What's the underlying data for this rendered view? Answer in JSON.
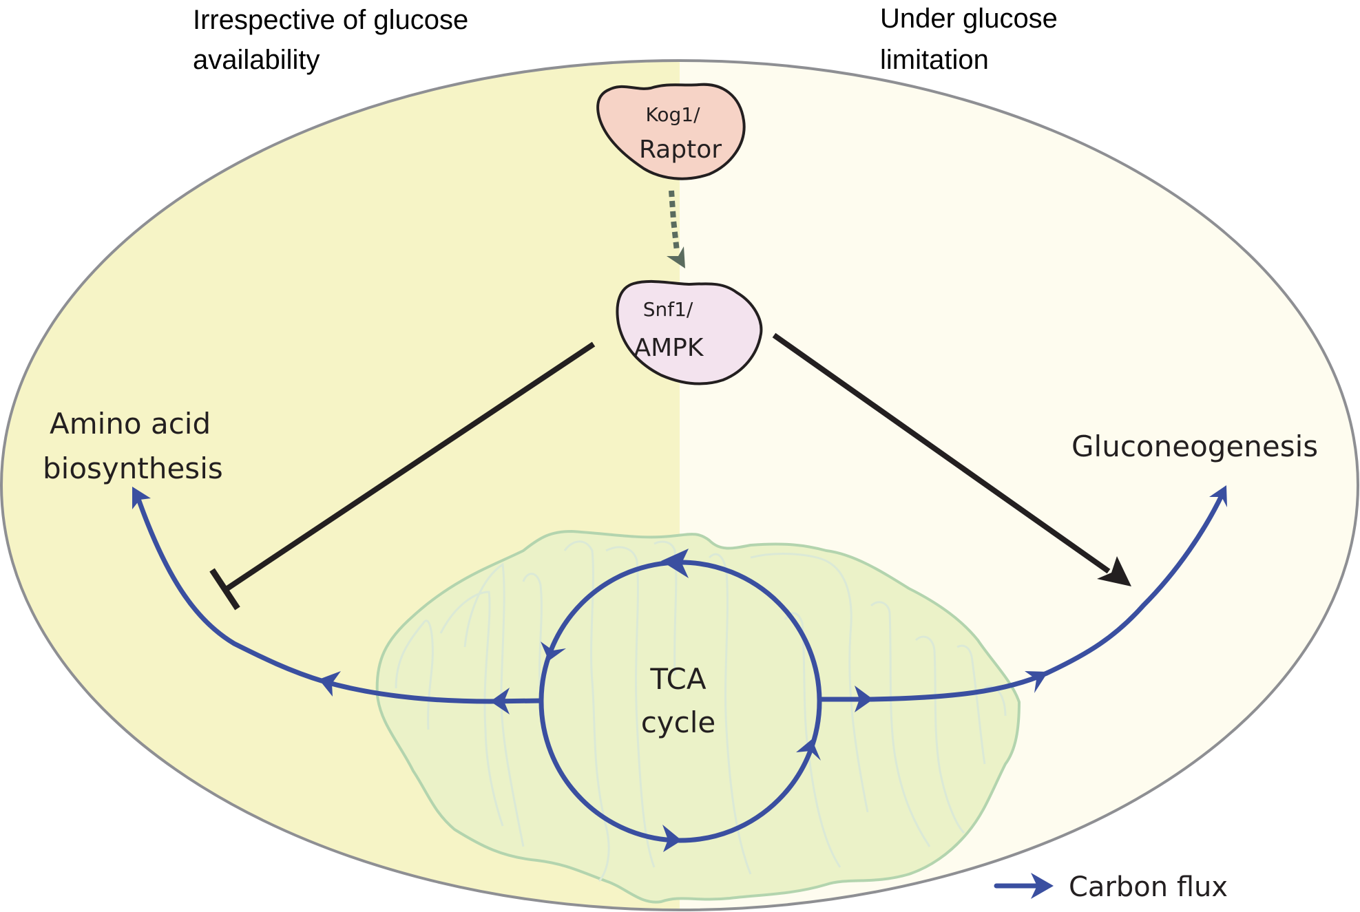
{
  "headers": {
    "left": [
      "Irrespective of glucose",
      "availability"
    ],
    "right": [
      "Under glucose",
      "limitation"
    ]
  },
  "nodes": {
    "kog1": {
      "line1": "Kog1/",
      "line2": "Raptor",
      "fill": "#f6d3c6"
    },
    "snf1": {
      "line1": "Snf1/",
      "line2": "AMPK",
      "fill": "#f3e3ee"
    },
    "tca": {
      "line1": "TCA",
      "line2": "cycle"
    }
  },
  "outputs": {
    "amino_acid": [
      "Amino acid",
      "biosynthesis"
    ],
    "gluconeogenesis": "Gluconeogenesis"
  },
  "relations": [
    {
      "from": "Kog1/Raptor",
      "to": "Snf1/AMPK",
      "type": "dotted-activation"
    },
    {
      "from": "Snf1/AMPK",
      "to": "Amino acid biosynthesis",
      "type": "inhibition"
    },
    {
      "from": "Snf1/AMPK",
      "to": "Gluconeogenesis",
      "type": "activation"
    },
    {
      "from": "TCA cycle",
      "to": "Amino acid biosynthesis",
      "type": "carbon-flux"
    },
    {
      "from": "TCA cycle",
      "to": "Gluconeogenesis",
      "type": "carbon-flux"
    }
  ],
  "legend": {
    "label": "Carbon flux",
    "icon": "blue-arrow-icon"
  },
  "colors": {
    "left_region": "#f6f4c6",
    "right_region": "#fefcef",
    "cell_outline": "#8e8f93",
    "carbon_flux": "#3a4fa0",
    "regulation": "#231f20",
    "dotted": "#5a6b5e",
    "mitochondrion_fill": "#ebf2c8",
    "mitochondrion_outline": "#b3d4ae",
    "cristae": "#dbe9d6"
  }
}
